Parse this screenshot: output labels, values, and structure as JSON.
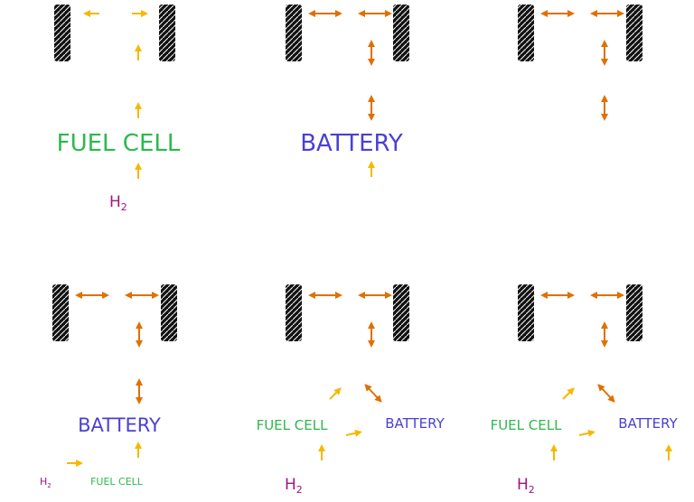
{
  "colors": {
    "fuel_cell": "#2db84d",
    "battery": "#4a3fd6",
    "hydrogen": "#a0157d",
    "oneway_arrow": "#f5b800",
    "twoway_arrow_a": "#e07000",
    "twoway_arrow_b": "#f0a020",
    "wheel": "#111111"
  },
  "icons": {
    "wheel": "tire-tread-icon",
    "oneway": "arrow-icon",
    "twoway": "double-arrow-icon"
  },
  "labels": {
    "fuel_cell": "FUEL CELL",
    "battery": "BATTERY",
    "hydrogen_main": "H",
    "hydrogen_sub": "2"
  },
  "panels": [
    {
      "id": "fuel-cell-vehicle"
    },
    {
      "id": "battery-electric-vehicle"
    },
    {
      "id": "partial-diagram"
    },
    {
      "id": "battery-with-fuel-cell-range-extender"
    },
    {
      "id": "hybrid-fuel-cell-battery"
    },
    {
      "id": "hybrid-fuel-cell-battery-variant"
    }
  ]
}
